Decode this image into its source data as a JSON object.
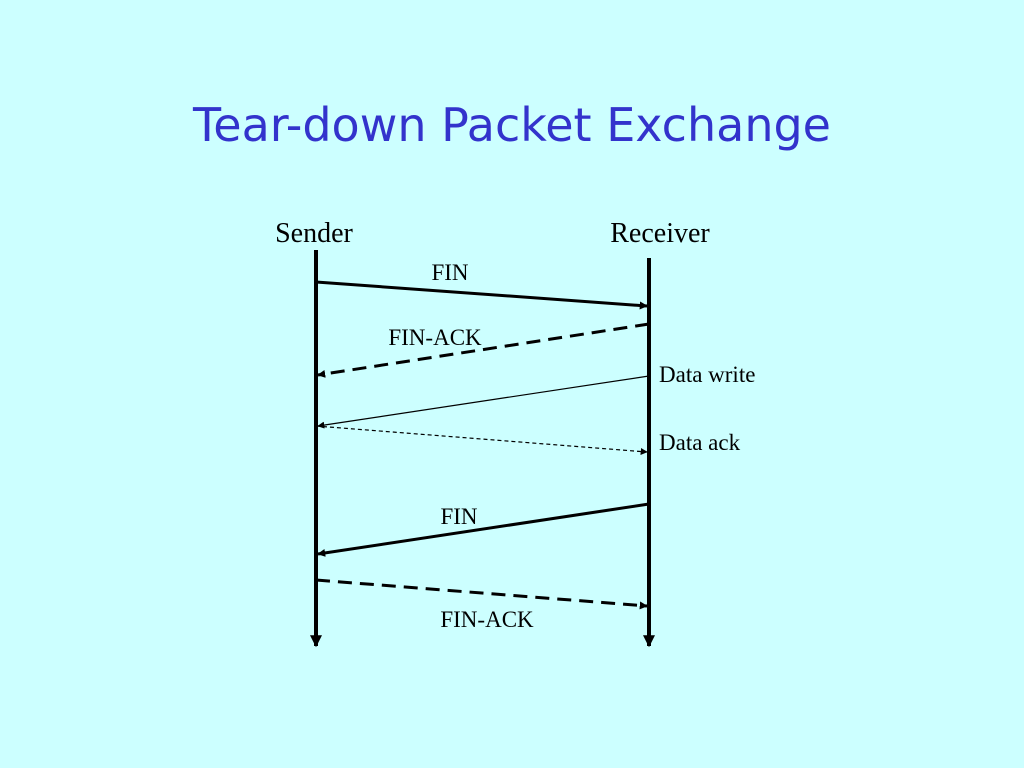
{
  "slide": {
    "title": "Tear-down Packet Exchange"
  },
  "diagram": {
    "sender_label": "Sender",
    "receiver_label": "Receiver",
    "messages": [
      {
        "label": "FIN",
        "from": "sender",
        "to": "receiver",
        "style": "solid"
      },
      {
        "label": "FIN-ACK",
        "from": "receiver",
        "to": "sender",
        "style": "dashed"
      },
      {
        "label": "Data write",
        "from": "receiver",
        "to": "sender",
        "style": "thin-solid"
      },
      {
        "label": "Data ack",
        "from": "sender",
        "to": "receiver",
        "style": "thin-dashed"
      },
      {
        "label": "FIN",
        "from": "receiver",
        "to": "sender",
        "style": "solid"
      },
      {
        "label": "FIN-ACK",
        "from": "sender",
        "to": "receiver",
        "style": "dashed"
      }
    ]
  },
  "colors": {
    "background": "#ccffff",
    "title": "#3333cc",
    "lines": "#000000"
  }
}
